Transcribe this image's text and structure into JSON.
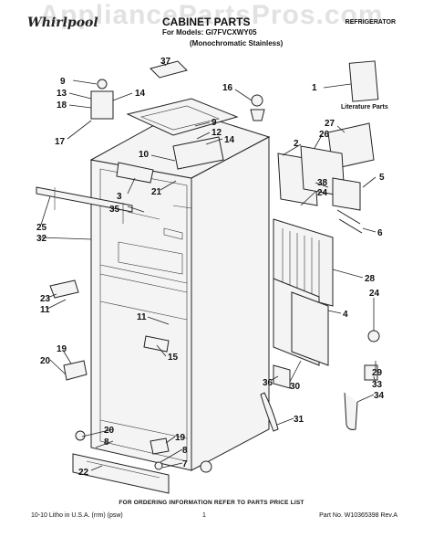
{
  "watermark": "AppliancePartsPros.com",
  "header": {
    "brand_logo": "Whirlpool",
    "title": "CABINET PARTS",
    "category": "REFRIGERATOR",
    "models_line": "For Models: GI7FVCXWY05",
    "finish_line": "(Monochromatic Stainless)"
  },
  "literature_label": "Literature Parts",
  "callouts": [
    "9",
    "13",
    "18",
    "17",
    "14",
    "37",
    "16",
    "1",
    "27",
    "2",
    "26",
    "9",
    "12",
    "14",
    "10",
    "3",
    "21",
    "35",
    "38",
    "24",
    "5",
    "25",
    "32",
    "6",
    "28",
    "23",
    "11",
    "4",
    "24",
    "11",
    "15",
    "19",
    "20",
    "29",
    "33",
    "36",
    "30",
    "34",
    "31",
    "20",
    "8",
    "19",
    "22",
    "8",
    "7"
  ],
  "footer": {
    "ordering_note": "FOR ORDERING INFORMATION REFER TO PARTS PRICE LIST",
    "left": "10-10 Litho in U.S.A. (rrm) (psw)",
    "page": "1",
    "right": "Part No. W10365398 Rev.A"
  }
}
